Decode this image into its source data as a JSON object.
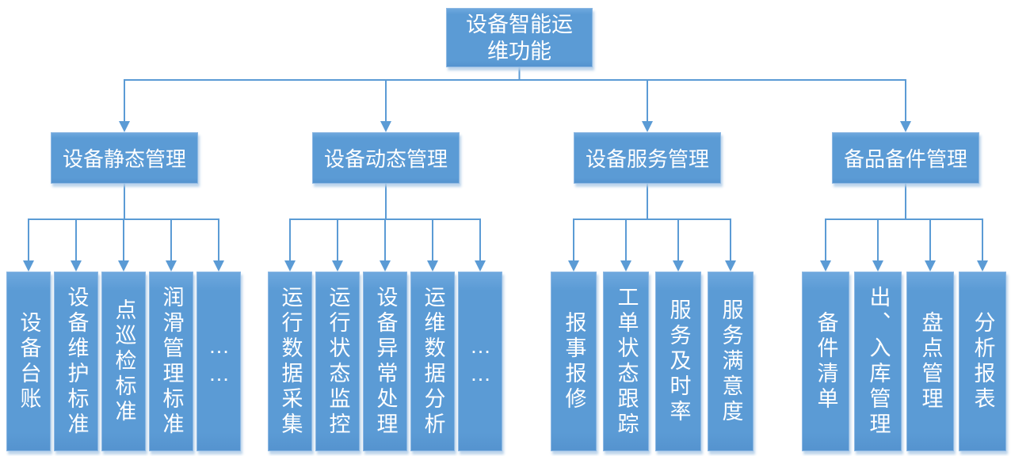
{
  "root": {
    "label": "设备智能运维功能"
  },
  "branches": [
    {
      "label": "设备静态管理",
      "children": [
        "设备台账",
        "设备维护标准",
        "点巡检标准",
        "润滑管理标准",
        "……"
      ]
    },
    {
      "label": "设备动态管理",
      "children": [
        "运行数据采集",
        "运行状态监控",
        "设备异常处理",
        "运维数据分析",
        "……"
      ]
    },
    {
      "label": "设备服务管理",
      "children": [
        "报事报修",
        "工单状态跟踪",
        "服务及时率",
        "服务满意度"
      ]
    },
    {
      "label": "备品备件管理",
      "children": [
        "备件清单",
        "出、入库管理",
        "盘点管理",
        "分析报表"
      ]
    }
  ],
  "colors": {
    "box_fill": "#5b9bd5",
    "connector_line": "#5b9bd5",
    "text": "#ffffff",
    "background": "#ffffff"
  }
}
